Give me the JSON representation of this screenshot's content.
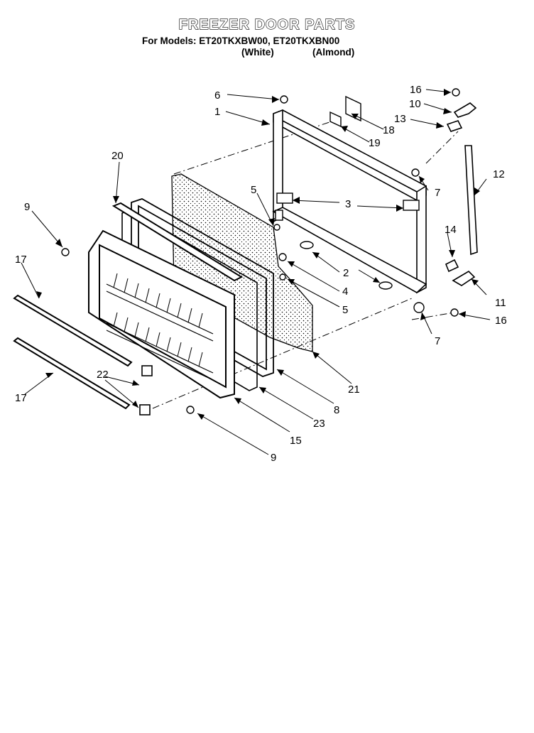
{
  "header": {
    "title": "FREEZER DOOR PARTS",
    "models_line": "For Models: ET20TKXBW00, ET20TKXBN00",
    "variants": [
      "(White)",
      "(Almond)"
    ]
  },
  "callouts": [
    "1",
    "2",
    "3",
    "4",
    "5",
    "5",
    "6",
    "7",
    "7",
    "8",
    "9",
    "9",
    "10",
    "11",
    "12",
    "13",
    "14",
    "15",
    "16",
    "16",
    "17",
    "17",
    "18",
    "19",
    "20",
    "21",
    "22",
    "23"
  ]
}
